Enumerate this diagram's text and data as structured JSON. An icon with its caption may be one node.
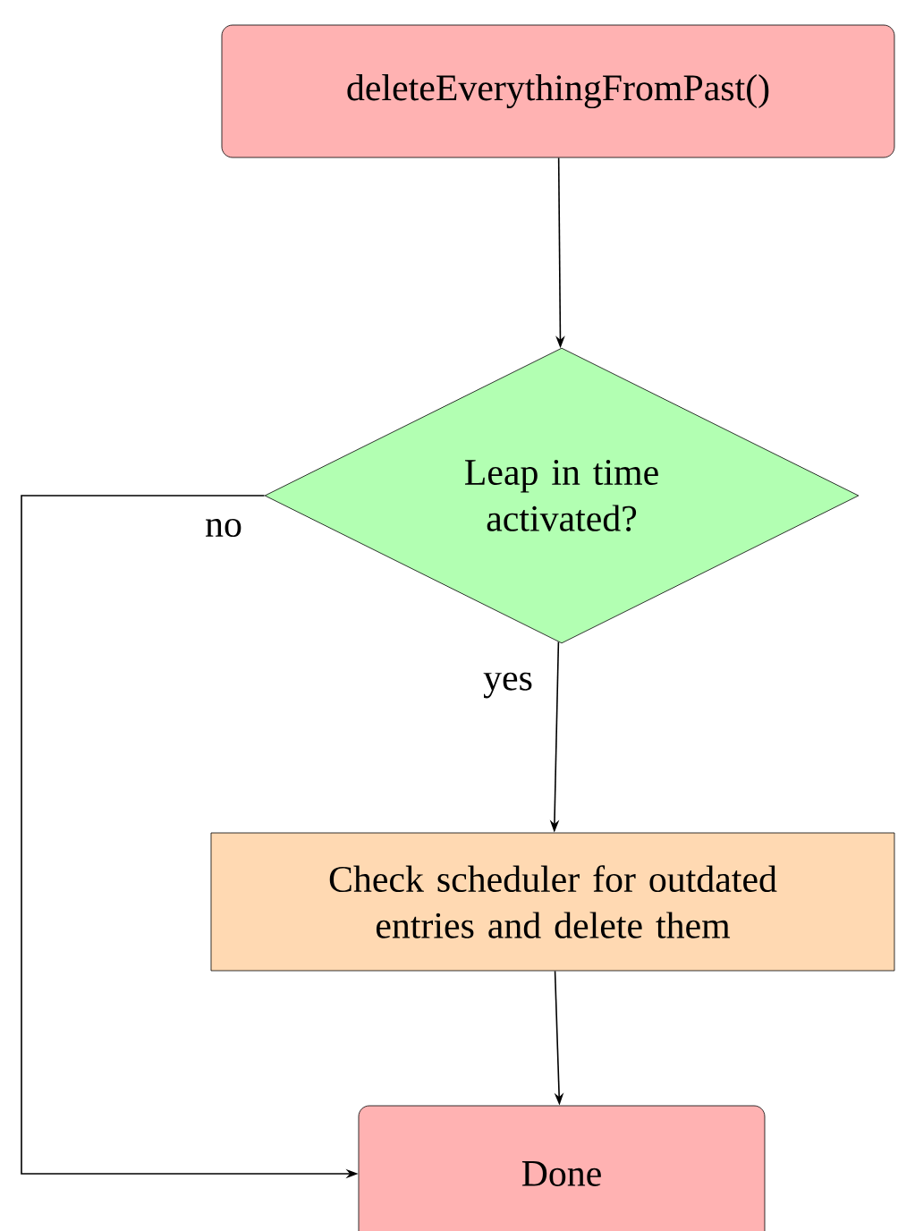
{
  "diagram": {
    "nodes": [
      {
        "text": [
          "deleteEverythingFromPast()"
        ]
      },
      {
        "text": [
          "Leap in time activated?"
        ]
      },
      {
        "text": [
          "Check scheduler for outdated entries and delete them"
        ]
      },
      {
        "text": [
          "Done"
        ]
      }
    ],
    "edges": [
      {
        "from": 0,
        "to": 1,
        "arrow": "to"
      },
      {
        "from": 1,
        "to": 2,
        "arrow": "to",
        "label": "yes"
      },
      {
        "from": 2,
        "to": 3,
        "arrow": "to"
      },
      {
        "from": 1,
        "to": 3,
        "arrow": "to",
        "label": "no"
      }
    ]
  }
}
